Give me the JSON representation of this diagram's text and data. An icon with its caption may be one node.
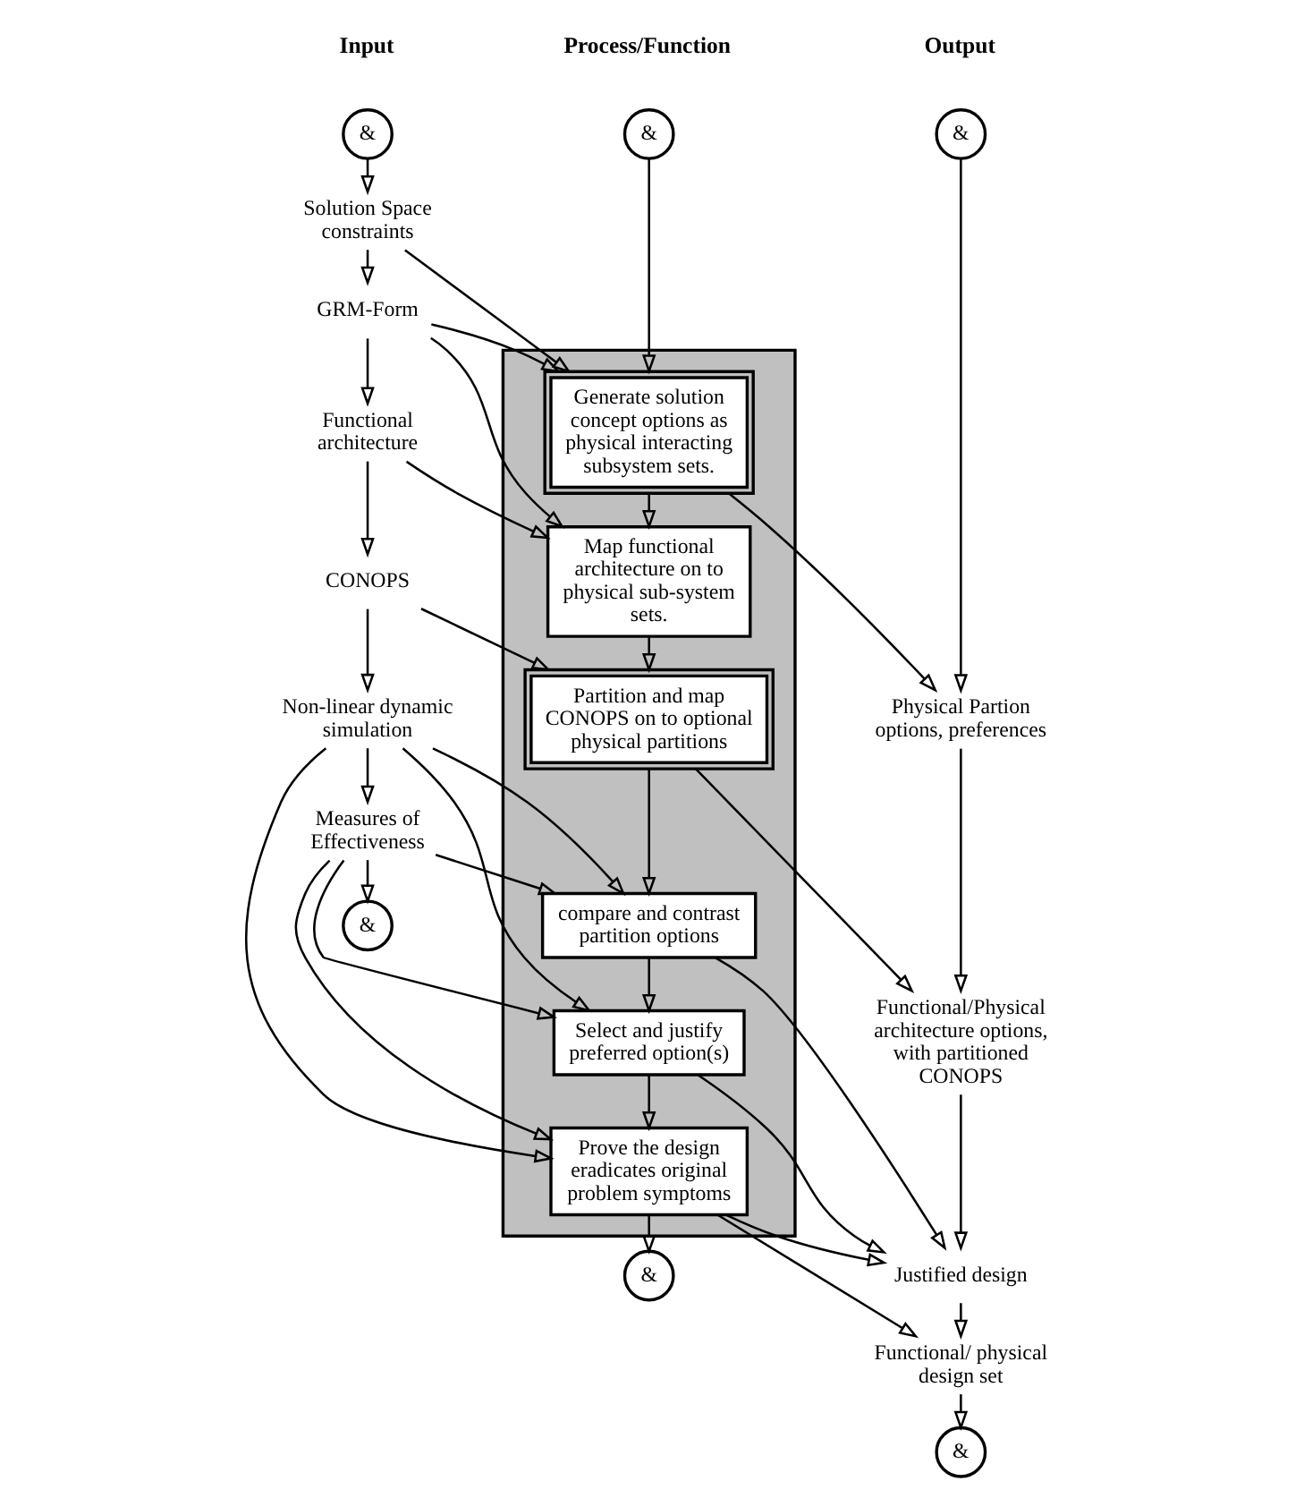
{
  "diagram": {
    "nodes": [
      {
        "text": [
          "&"
        ]
      },
      {
        "text": [
          "Solution Space constraints"
        ]
      },
      {
        "text": [
          "GRM-Form"
        ]
      },
      {
        "text": [
          "Functional architecture"
        ]
      },
      {
        "text": [
          "CONOPS"
        ]
      },
      {
        "text": [
          "Non-linear dynamic simulation"
        ]
      },
      {
        "text": [
          "Measures of Effectiveness"
        ]
      },
      {
        "text": [
          "&"
        ]
      },
      {
        "text": [],
        "shape": "box"
      },
      {
        "text": [
          "&"
        ]
      },
      {
        "text": [
          "Generate solution concept options as physical interacting subsystem sets."
        ],
        "in": 8
      },
      {
        "text": [
          "Map functional architecture on to physical sub-system sets."
        ],
        "in": 8
      },
      {
        "text": [
          "Partition and map CONOPS on to optional physical partitions"
        ],
        "in": 8
      },
      {
        "text": [
          "compare and contrast partition options"
        ],
        "in": 8
      },
      {
        "text": [
          "Select and justify preferred option(s)"
        ],
        "in": 8
      },
      {
        "text": [
          "Prove the design eradicates original problem symptoms"
        ],
        "in": 8
      },
      {
        "text": [
          "&"
        ]
      },
      {
        "text": [
          "&"
        ]
      },
      {
        "text": [
          "Physical Partion options, preferences"
        ]
      },
      {
        "text": [
          "Functional/Physical architecture options, with partitioned CONOPS"
        ]
      },
      {
        "text": [
          "Justified design"
        ]
      },
      {
        "text": [
          "Functional/ physical design set"
        ]
      },
      {
        "text": [
          "&"
        ]
      }
    ],
    "edges": [
      {
        "from": 0,
        "to": 1,
        "arrow": "to"
      },
      {
        "from": 1,
        "to": 2,
        "arrow": "to"
      },
      {
        "from": 2,
        "to": 3,
        "arrow": "to"
      },
      {
        "from": 3,
        "to": 4,
        "arrow": "to"
      },
      {
        "from": 4,
        "to": 5,
        "arrow": "to"
      },
      {
        "from": 5,
        "to": 6,
        "arrow": "to"
      },
      {
        "from": 6,
        "to": 7,
        "arrow": "to"
      },
      {
        "from": 9,
        "to": 10,
        "arrow": "to"
      },
      {
        "from": 10,
        "to": 11,
        "arrow": "to"
      },
      {
        "from": 11,
        "to": 12,
        "arrow": "to"
      },
      {
        "from": 12,
        "to": 13,
        "arrow": "to"
      },
      {
        "from": 13,
        "to": 14,
        "arrow": "to"
      },
      {
        "from": 14,
        "to": 15,
        "arrow": "to"
      },
      {
        "from": 15,
        "to": 16,
        "arrow": "to"
      },
      {
        "from": 17,
        "to": 18,
        "arrow": "to"
      },
      {
        "from": 18,
        "to": 19,
        "arrow": "to"
      },
      {
        "from": 19,
        "to": 20,
        "arrow": "to"
      },
      {
        "from": 20,
        "to": 21,
        "arrow": "to"
      },
      {
        "from": 21,
        "to": 22,
        "arrow": "to"
      },
      {
        "from": 1,
        "to": 10,
        "arrow": "to"
      },
      {
        "from": 2,
        "to": 10,
        "arrow": "to"
      },
      {
        "from": 2,
        "to": 11,
        "arrow": "to"
      },
      {
        "from": 3,
        "to": 11,
        "arrow": "to"
      },
      {
        "from": 4,
        "to": 12,
        "arrow": "to"
      },
      {
        "from": 5,
        "to": 13,
        "arrow": "to"
      },
      {
        "from": 5,
        "to": 14,
        "arrow": "to"
      },
      {
        "from": 5,
        "to": 15,
        "arrow": "to"
      },
      {
        "from": 6,
        "to": 13,
        "arrow": "to"
      },
      {
        "from": 6,
        "to": 14,
        "arrow": "to"
      },
      {
        "from": 6,
        "to": 15,
        "arrow": "to"
      },
      {
        "from": 10,
        "to": 18,
        "arrow": "to"
      },
      {
        "from": 12,
        "to": 19,
        "arrow": "to"
      },
      {
        "from": 13,
        "to": 20,
        "arrow": "to"
      },
      {
        "from": 14,
        "to": 20,
        "arrow": "to"
      },
      {
        "from": 15,
        "to": 20,
        "arrow": "to"
      },
      {
        "from": 15,
        "to": 21,
        "arrow": "to"
      }
    ],
    "labels": [
      "Input",
      "Process/Function",
      "Output"
    ]
  }
}
